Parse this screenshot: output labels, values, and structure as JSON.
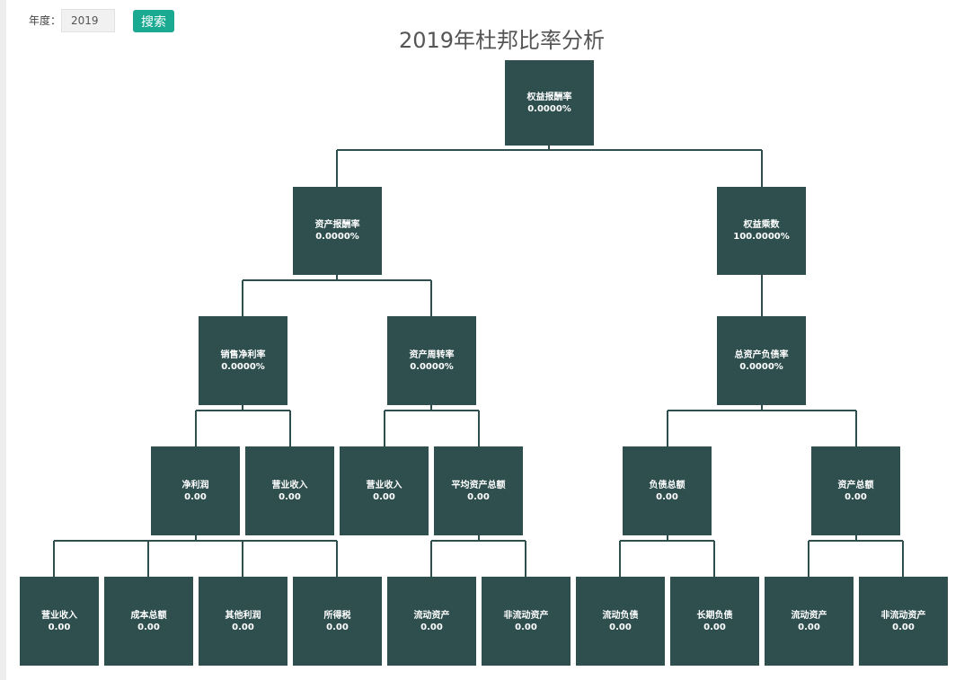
{
  "filter": {
    "label": "年度：",
    "year_value": "2019",
    "search_label": "搜索"
  },
  "title": "2019年杜邦比率分析",
  "colors": {
    "node_bg": "#2f4f4f",
    "button_bg": "#1aa991"
  },
  "tree": {
    "roe": {
      "label": "权益报酬率",
      "value": "0.0000%"
    },
    "roa": {
      "label": "资产报酬率",
      "value": "0.0000%"
    },
    "equity_multiplier": {
      "label": "权益乘数",
      "value": "100.0000%"
    },
    "net_margin": {
      "label": "销售净利率",
      "value": "0.0000%"
    },
    "asset_turnover": {
      "label": "资产周转率",
      "value": "0.0000%"
    },
    "debt_ratio": {
      "label": "总资产负债率",
      "value": "0.0000%"
    },
    "net_profit": {
      "label": "净利润",
      "value": "0.00"
    },
    "revenue_a": {
      "label": "营业收入",
      "value": "0.00"
    },
    "revenue_b": {
      "label": "营业收入",
      "value": "0.00"
    },
    "avg_total_assets": {
      "label": "平均资产总额",
      "value": "0.00"
    },
    "total_liabilities": {
      "label": "负债总额",
      "value": "0.00"
    },
    "total_assets": {
      "label": "资产总额",
      "value": "0.00"
    },
    "leaf_revenue": {
      "label": "营业收入",
      "value": "0.00"
    },
    "leaf_total_cost": {
      "label": "成本总额",
      "value": "0.00"
    },
    "leaf_other_profit": {
      "label": "其他利润",
      "value": "0.00"
    },
    "leaf_income_tax": {
      "label": "所得税",
      "value": "0.00"
    },
    "leaf_current_assets_a": {
      "label": "流动资产",
      "value": "0.00"
    },
    "leaf_noncurrent_assets_a": {
      "label": "非流动资产",
      "value": "0.00"
    },
    "leaf_current_liabilities": {
      "label": "流动负债",
      "value": "0.00"
    },
    "leaf_longterm_liabilities": {
      "label": "长期负债",
      "value": "0.00"
    },
    "leaf_current_assets_b": {
      "label": "流动资产",
      "value": "0.00"
    },
    "leaf_noncurrent_assets_b": {
      "label": "非流动资产",
      "value": "0.00"
    }
  }
}
